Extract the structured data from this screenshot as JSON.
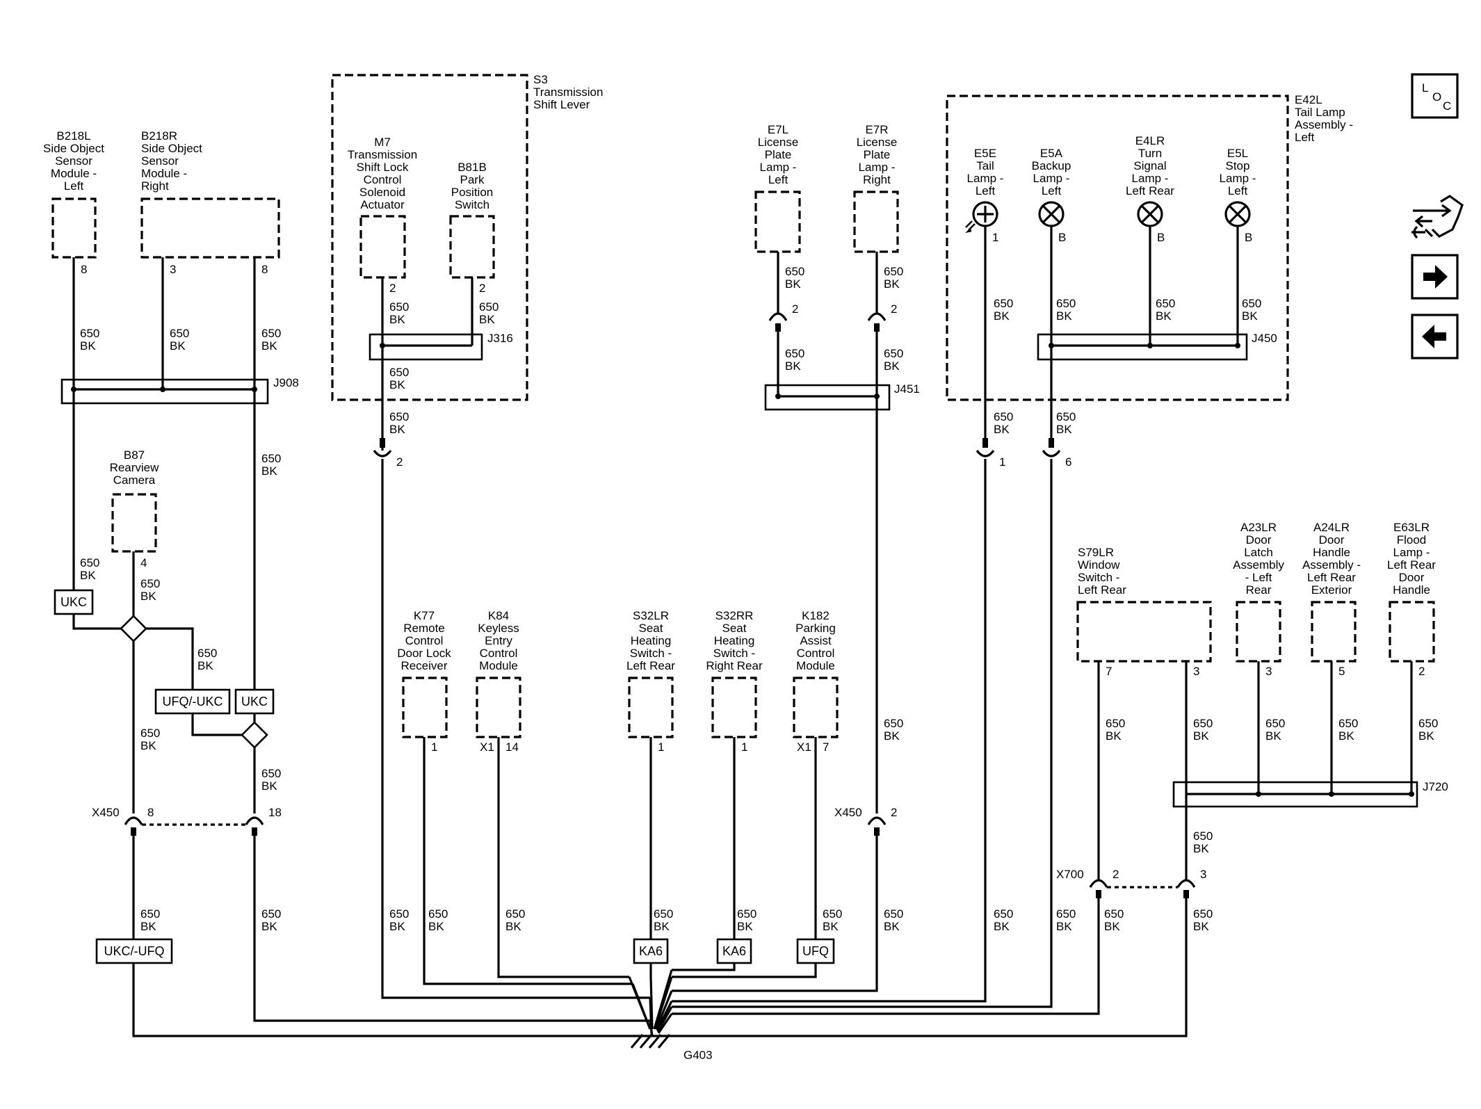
{
  "wire": {
    "gauge": "650",
    "color": "BK"
  },
  "labels": {
    "s3": [
      "S3",
      "Transmission",
      "Shift Lever"
    ],
    "e42l": [
      "E42L",
      "Tail Lamp",
      "Assembly -",
      "Left"
    ],
    "b218l": [
      "B218L",
      "Side Object",
      "Sensor",
      "Module -",
      "Left"
    ],
    "b218r": [
      "B218R",
      "Side Object",
      "Sensor",
      "Module -",
      "Right"
    ],
    "m7": [
      "M7",
      "Transmission",
      "Shift Lock",
      "Control",
      "Solenoid",
      "Actuator"
    ],
    "b81b": [
      "B81B",
      "Park",
      "Position",
      "Switch"
    ],
    "e7l": [
      "E7L",
      "License",
      "Plate",
      "Lamp -",
      "Left"
    ],
    "e7r": [
      "E7R",
      "License",
      "Plate",
      "Lamp -",
      "Right"
    ],
    "e5e": [
      "E5E",
      "Tail",
      "Lamp -",
      "Left"
    ],
    "e5a": [
      "E5A",
      "Backup",
      "Lamp -",
      "Left"
    ],
    "e4lr": [
      "E4LR",
      "Turn",
      "Signal",
      "Lamp -",
      "Left Rear"
    ],
    "e5l": [
      "E5L",
      "Stop",
      "Lamp -",
      "Left"
    ],
    "b87": [
      "B87",
      "Rearview",
      "Camera"
    ],
    "k77": [
      "K77",
      "Remote",
      "Control",
      "Door Lock",
      "Receiver"
    ],
    "k84": [
      "K84",
      "Keyless",
      "Entry",
      "Control",
      "Module"
    ],
    "s32lr": [
      "S32LR",
      "Seat",
      "Heating",
      "Switch -",
      "Left Rear"
    ],
    "s32rr": [
      "S32RR",
      "Seat",
      "Heating",
      "Switch -",
      "Right Rear"
    ],
    "k182": [
      "K182",
      "Parking",
      "Assist",
      "Control",
      "Module"
    ],
    "s79lr": [
      "S79LR",
      "Window",
      "Switch -",
      "Left Rear"
    ],
    "a23lr": [
      "A23LR",
      "Door",
      "Latch",
      "Assembly",
      "- Left",
      "Rear"
    ],
    "a24lr": [
      "A24LR",
      "Door",
      "Handle",
      "Assembly -",
      "Left Rear",
      "Exterior"
    ],
    "e63lr": [
      "E63LR",
      "Flood",
      "Lamp -",
      "Left Rear",
      "Door",
      "Handle"
    ]
  },
  "splices": {
    "j908": "J908",
    "j316": "J316",
    "j451": "J451",
    "j450": "J450",
    "j720": "J720"
  },
  "connectors": {
    "x450": "X450",
    "x700": "X700",
    "x1": "X1"
  },
  "ground": "G403",
  "options": {
    "ukc": "UKC",
    "ufq_ukc": "UFQ/-UKC",
    "ukc_ufq": "UKC/-UFQ",
    "ka6": "KA6",
    "ufq": "UFQ"
  },
  "pins": {
    "b218l": "8",
    "b218r_a": "3",
    "b218r_b": "8",
    "b87": "4",
    "m7": "2",
    "b81b": "2",
    "s3_inline": "2",
    "e7l_inline": "2",
    "e7r_inline": "2",
    "e5e": "1",
    "e5a": "B",
    "e4lr": "B",
    "e5l": "B",
    "e42l_a": "1",
    "e42l_b": "6",
    "x450_a": "8",
    "x450_b": "18",
    "x450_c": "2",
    "k77": "1",
    "k84": "14",
    "s32lr": "1",
    "s32rr": "1",
    "k182": "7",
    "s79lr_a": "7",
    "s79lr_b": "3",
    "a23lr": "3",
    "a24lr": "5",
    "e63lr": "2",
    "x700_a": "2",
    "x700_b": "3"
  },
  "icons": {
    "loc": [
      "L",
      "O",
      "C"
    ],
    "nav": [
      "connector-icon",
      "arrow-right-icon",
      "arrow-left-icon"
    ]
  }
}
